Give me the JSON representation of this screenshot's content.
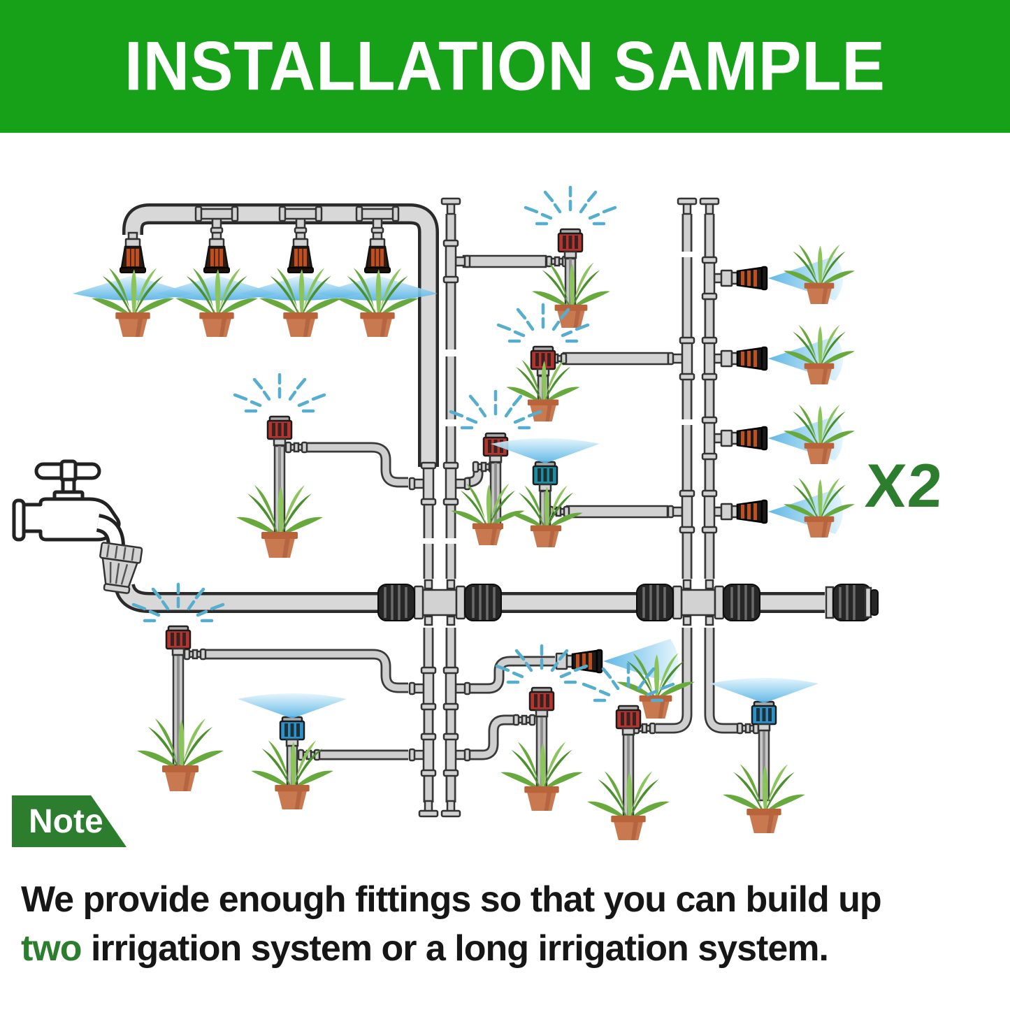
{
  "header": {
    "title": "INSTALLATION SAMPLE"
  },
  "note_badge": {
    "label": "Note"
  },
  "multiplier_label": "X2",
  "footer": {
    "line1": "We provide enough fittings so that you can build up",
    "highlight": "two",
    "line2_rest": " irrigation system or a long irrigation system."
  },
  "colors": {
    "header-green": "#16A119",
    "accent-green": "#2D7D2F",
    "text-black": "#161616",
    "spray-blue": "#56AECE",
    "cone-light": "#E2F4FC",
    "cone-deep": "#4FB0E4",
    "pot": "#C97950",
    "pot-rim": "#B9633B",
    "leaf-light": "#8CC45C",
    "leaf-mid": "#67A93C",
    "leaf-dark": "#4C8F2D",
    "dripper-red": "#B5352E",
    "dripper-blue": "#2B93CC",
    "dripper-teal": "#1B8EA3",
    "mister-orange": "#BF4F1D",
    "pipe-gray": "#D8D8D8",
    "fitting-gray": "#D2D2D2"
  },
  "diagram": {
    "components": [
      {
        "icon": "faucet-icon",
        "count": 1
      },
      {
        "icon": "faucet-connector-icon",
        "count": 1
      },
      {
        "icon": "four-way-manifold-icon",
        "count": 2
      },
      {
        "icon": "main-line-end-cap-icon",
        "count": 1
      },
      {
        "icon": "red-dripper-stake-icon",
        "count": 7
      },
      {
        "icon": "blue-dripper-stake-icon",
        "count": 3
      },
      {
        "icon": "misting-nozzle-icon",
        "count": 4
      },
      {
        "icon": "jet-sprayer-icon",
        "count": 5
      },
      {
        "icon": "barbed-tee-icon",
        "count": 16
      },
      {
        "icon": "barbed-coupler-icon",
        "count": 10
      },
      {
        "icon": "end-plug-icon",
        "count": 5
      },
      {
        "icon": "potted-plant-icon",
        "count": 18
      }
    ]
  }
}
